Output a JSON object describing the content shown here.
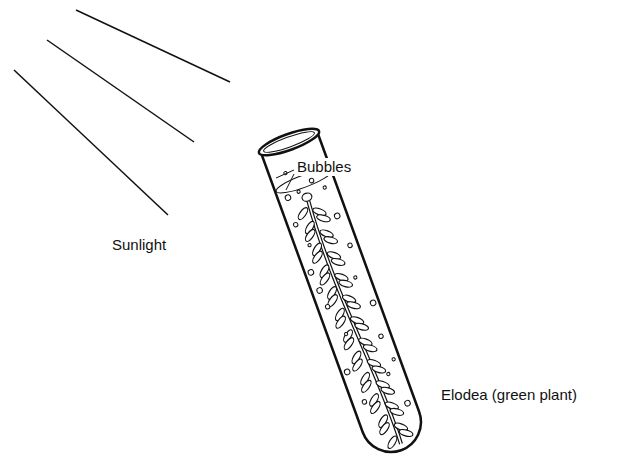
{
  "diagram": {
    "labels": [
      "Sunlight",
      "Bubbles",
      "Elodea (green plant)"
    ]
  }
}
